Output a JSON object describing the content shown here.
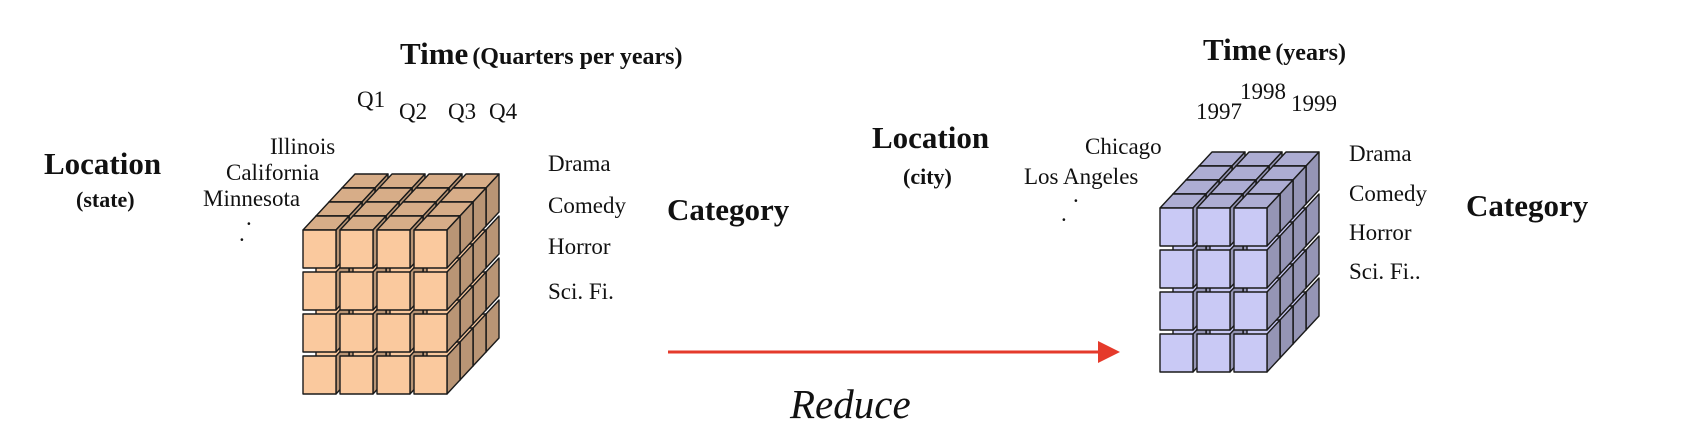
{
  "colors": {
    "left_cube_fill": "#FAC99E",
    "right_cube_fill": "#C9C9F5",
    "arrow": "#E53A2B",
    "edge": "#1a1a1a"
  },
  "left": {
    "time_title": "Time",
    "time_sub": "(Quarters per years)",
    "quarters": [
      "Q1",
      "Q2",
      "Q3",
      "Q4"
    ],
    "location_title": "Location",
    "location_sub": "(state)",
    "locations": [
      "Illinois",
      "California",
      "Minnesota"
    ],
    "location_ellipsis": ".",
    "categories": [
      "Drama",
      "Comedy",
      "Horror",
      "Sci. Fi."
    ],
    "category_title": "Category"
  },
  "right": {
    "time_title": "Time",
    "time_sub": "(years)",
    "years": [
      "1997",
      "1998",
      "1999"
    ],
    "location_title": "Location",
    "location_sub": "(city)",
    "locations": [
      "Chicago",
      "Los Angeles"
    ],
    "location_ellipsis": ".",
    "categories": [
      "Drama",
      "Comedy",
      "Horror",
      "Sci. Fi.."
    ],
    "category_title": "Category"
  },
  "arrow_label": "Reduce"
}
